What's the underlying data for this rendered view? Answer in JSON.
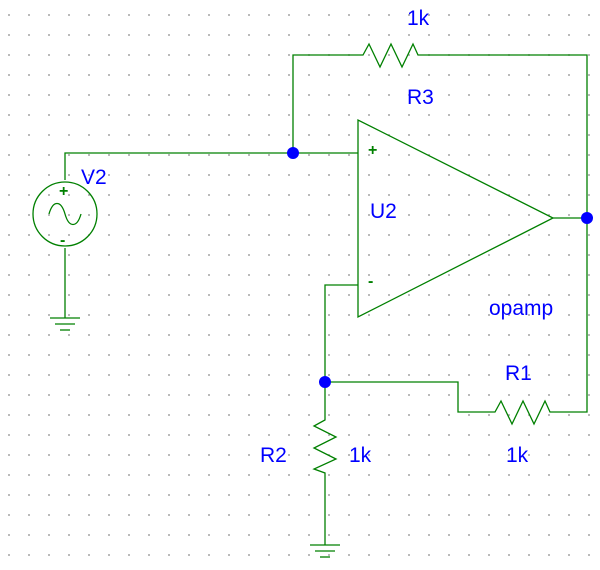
{
  "colors": {
    "wire": "#008000",
    "component": "#008000",
    "label": "#0000ff",
    "pin_sign": "#008000",
    "junction": "#0000ff"
  },
  "icons": {
    "source": "ac-voltage-source-icon",
    "ground": "ground-icon",
    "resistor": "resistor-zigzag-icon",
    "amplifier": "opamp-triangle-icon"
  },
  "source": {
    "name": "V2",
    "plus_sign": "+",
    "minus_sign": "-"
  },
  "opamp": {
    "name": "U2",
    "model": "opamp",
    "noninverting_sign": "+",
    "inverting_sign": "-"
  },
  "resistors": {
    "r1": {
      "name": "R1",
      "value": "1k"
    },
    "r2": {
      "name": "R2",
      "value": "1k"
    },
    "r3": {
      "name": "R3",
      "value": "1k"
    }
  }
}
